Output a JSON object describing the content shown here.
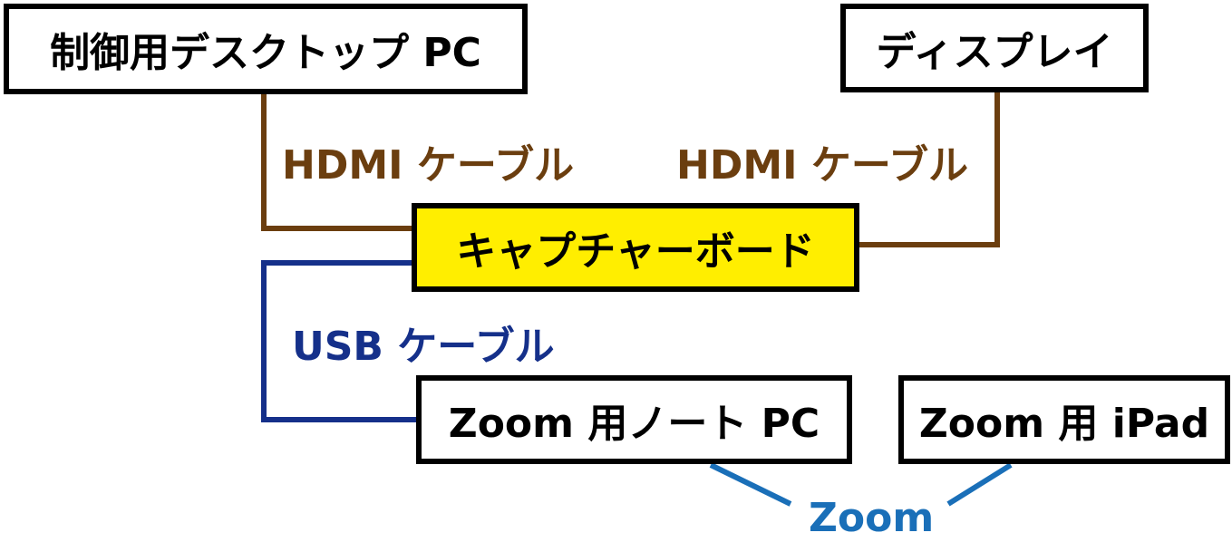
{
  "nodes": {
    "control_pc": "制御用デスクトップ PC",
    "display": "ディスプレイ",
    "capture_board": "キャプチャーボード",
    "zoom_laptop": "Zoom 用ノート PC",
    "zoom_ipad": "Zoom 用 iPad"
  },
  "edges": {
    "hdmi_left": "HDMI ケーブル",
    "hdmi_right": "HDMI ケーブル",
    "usb": "USB ケーブル",
    "zoom": "Zoom"
  },
  "colors": {
    "hdmi": "#6b3e0f",
    "usb": "#15308a",
    "zoom": "#1a6fb8",
    "capture_fill": "#ffee00"
  }
}
